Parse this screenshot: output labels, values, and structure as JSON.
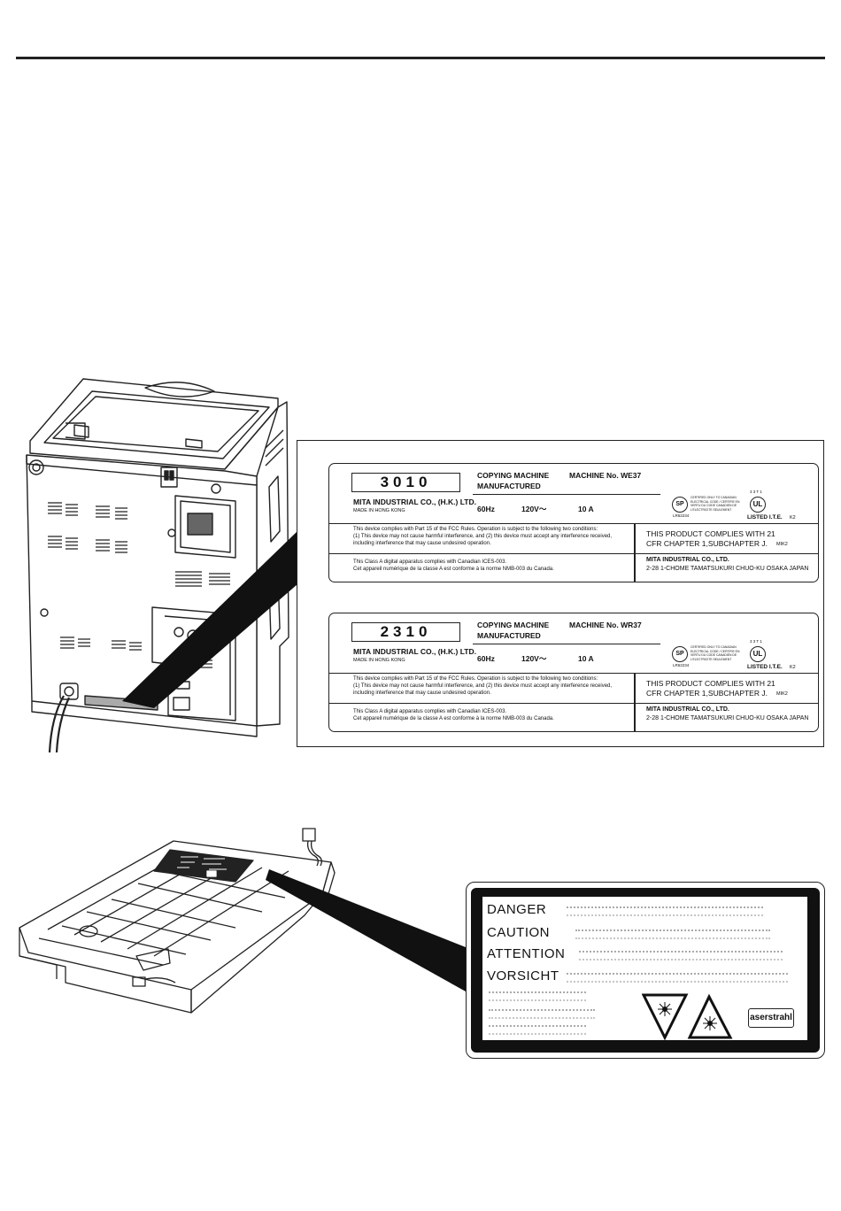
{
  "labels": [
    {
      "model": "3010",
      "product": "COPYING MACHINE",
      "manufactured": "MANUFACTURED",
      "machine_no": "MACHINE No. WE37",
      "company_hk": "MITA INDUSTRIAL CO., (H.K.) LTD.",
      "made_in": "MADE  IN  HONG KONG",
      "hz": "60Hz",
      "volt": "120V～",
      "amp": "10 A",
      "csa_code": "LR62234",
      "ul_code": "3 3 T 1",
      "ul_text": "LISTED I.T.E.",
      "ul_suffix": "K2",
      "csa_small": "CERTIFIED ONLY TO CANADIAN ELECTRICAL CODE / CERTIFIE EN VERTU DU CODE CANADIEN DE L'ELECTRICITE SEULEMENT",
      "fcc_1": "This device complies with Part 15 of the FCC Rules. Operation is subject to the following two conditions:",
      "fcc_2": "(1) This device may not cause harmful interference, and (2) this device must accept any interference received,",
      "fcc_3": "including interference that may cause undesired operation.",
      "ices_1": "This Class A digital apparatus complies with Canadian ICES-003.",
      "ices_2": "Cet appareil numérique de la classe A est conforme à la norme NMB-003 du Canada.",
      "cfr_1": "THIS PRODUCT COMPLIES WITH 21",
      "cfr_2": "CFR CHAPTER 1,SUBCHAPTER J.",
      "mik": "MIK2",
      "company_jp": "MITA INDUSTRIAL CO., LTD.",
      "address": "2-28 1-CHOME TAMATSUKURI CHUO-KU OSAKA JAPAN"
    },
    {
      "model": "2310",
      "product": "COPYING MACHINE",
      "manufactured": "MANUFACTURED",
      "machine_no": "MACHINE No. WR37",
      "company_hk": "MITA INDUSTRIAL CO., (H.K.) LTD.",
      "made_in": "MADE  IN  HONG KONG",
      "hz": "60Hz",
      "volt": "120V～",
      "amp": "10 A",
      "csa_code": "LR62234",
      "ul_code": "3 3 T 1",
      "ul_text": "LISTED I.T.E.",
      "ul_suffix": "K2",
      "csa_small": "CERTIFIED ONLY TO CANADIAN ELECTRICAL CODE / CERTIFIE EN VERTU DU CODE CANADIEN DE L'ELECTRICITE SEULEMENT",
      "fcc_1": "This device complies with Part 15 of the FCC Rules. Operation is subject to the following two conditions:",
      "fcc_2": "(1) This device may not cause harmful interference, and (2) this device must accept any interference received,",
      "fcc_3": "including interference that may cause undesired operation.",
      "ices_1": "This Class A digital apparatus complies with Canadian ICES-003.",
      "ices_2": "Cet appareil numérique de la classe A est conforme à la norme NMB-003 du Canada.",
      "cfr_1": "THIS PRODUCT COMPLIES WITH 21",
      "cfr_2": "CFR CHAPTER 1,SUBCHAPTER J.",
      "mik": "MIK2",
      "company_jp": "MITA INDUSTRIAL CO., LTD.",
      "address": "2-28 1-CHOME TAMATSUKURI CHUO-KU OSAKA JAPAN"
    }
  ],
  "warning": {
    "words": [
      "DANGER",
      "CAUTION",
      "ATTENTION",
      "VORSICHT"
    ],
    "laser_logo": "aserstrahl"
  },
  "icons": {
    "copier": "copier-rear-illustration",
    "laser_unit": "laser-scanner-unit-illustration",
    "laser_warning": "laser-warning-triangle-icon"
  },
  "colors": {
    "ink": "#111111",
    "paper": "#ffffff"
  }
}
